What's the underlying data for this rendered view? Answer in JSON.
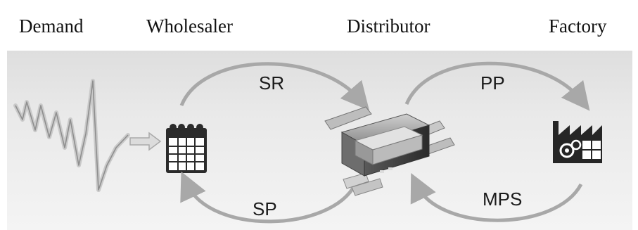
{
  "header": {
    "demand": "Demand",
    "wholesaler": "Wholesaler",
    "distributor": "Distributor",
    "factory": "Factory"
  },
  "flows": {
    "sr": "SR",
    "sp": "SP",
    "pp": "PP",
    "mps": "MPS"
  },
  "icons": [
    "demand-signal-icon",
    "right-arrow-icon",
    "calendar-icon",
    "distributor-hub-icon",
    "factory-icon"
  ],
  "colors": {
    "arrow": "#a8a8a8",
    "panel": "#e6e6e6",
    "text": "#111111"
  }
}
